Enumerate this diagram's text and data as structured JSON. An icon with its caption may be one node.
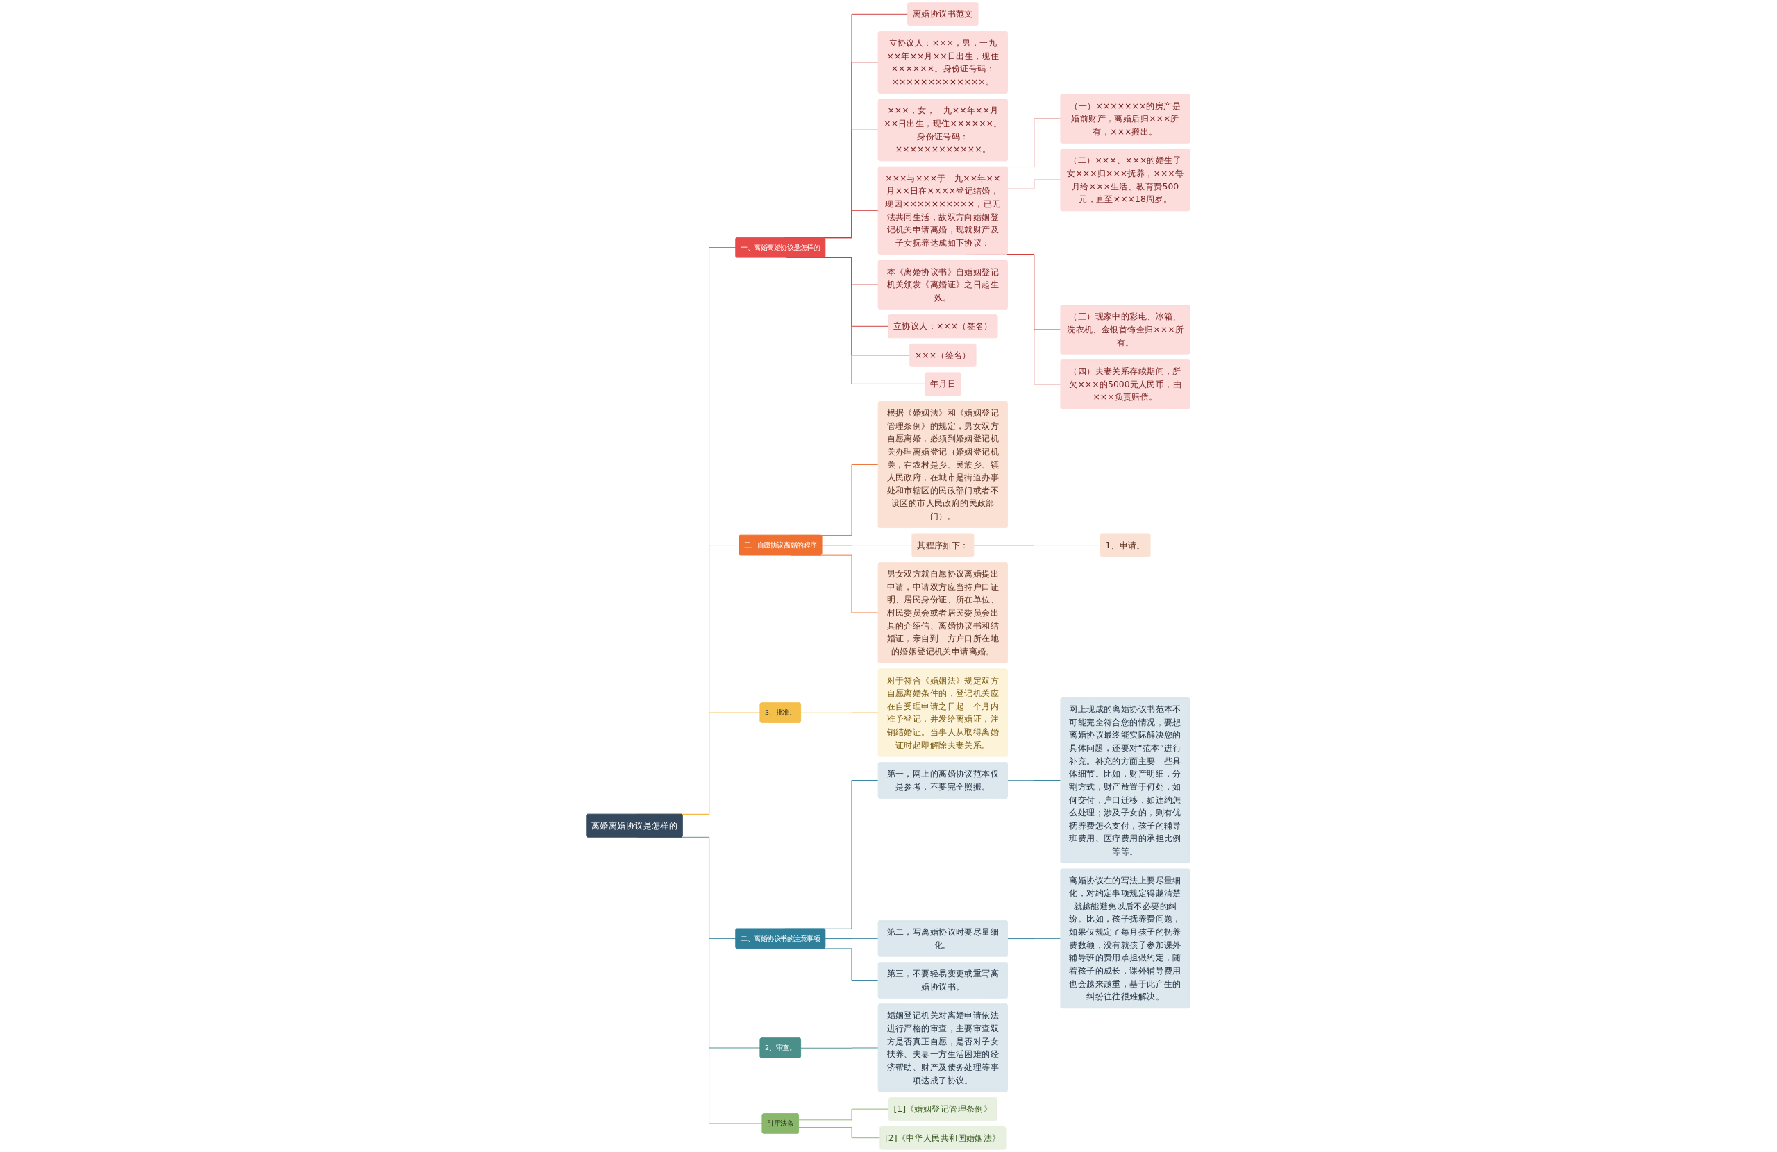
{
  "diagram": {
    "nodes": [
      {
        "text": [
          "离婚离婚协议是怎样的"
        ]
      },
      {
        "text": [
          "一、离婚离婚协议是怎样的"
        ]
      },
      {
        "text": [
          "离婚协议书范文"
        ]
      },
      {
        "text": [
          "立协议人：×××，男，一九××年××月××日出生，现住××××××。身份证号码：×××××××××××××。"
        ]
      },
      {
        "text": [
          "×××，女，一九××年××月××日出生，现住××××××。身份证号码：××××××××××××。"
        ]
      },
      {
        "text": [
          "×××与×××于一九××年××月××日在××××登记结婚，现因××××××××××，已无法共同生活，故双方向婚姻登记机关申请离婚，现就财产及子女抚养达成如下协议："
        ]
      },
      {
        "text": [
          "（一）×××××××的房产是婚前财产，离婚后归×××所有，×××搬出。"
        ]
      },
      {
        "text": [
          "（二）×××、×××的婚生子女×××归×××抚养，×××每月给×××生活、教育费500元，直至×××18周岁。"
        ]
      },
      {
        "text": [
          "（三）现家中的彩电、冰箱、洗衣机、金银首饰全归×××所有。"
        ]
      },
      {
        "text": [
          "（四）夫妻关系存续期间，所欠×××的5000元人民币，由×××负责赔偿。"
        ]
      },
      {
        "text": [
          "本《离婚协议书》自婚姻登记机关颁发《离婚证》之日起生效。"
        ]
      },
      {
        "text": [
          "立协议人：×××（签名）"
        ]
      },
      {
        "text": [
          "×××（签名）"
        ]
      },
      {
        "text": [
          "年月日"
        ]
      },
      {
        "text": [
          "三、自愿协议离婚的程序"
        ]
      },
      {
        "text": [
          "根据《婚姻法》和《婚姻登记管理条例》的规定，男女双方自愿离婚，必须到婚姻登记机关办理离婚登记（婚姻登记机关，在农村是乡、民族乡、镇人民政府，在城市是街道办事处和市辖区的民政部门或者不设区的市人民政府的民政部门）。"
        ]
      },
      {
        "text": [
          "其程序如下："
        ]
      },
      {
        "text": [
          "1、申请。"
        ]
      },
      {
        "text": [
          "男女双方就自愿协议离婚提出申请，申请双方应当持户口证明、居民身份证、所在单位、村民委员会或者居民委员会出具的介绍信、离婚协议书和结婚证，亲自到一方户口所在地的婚姻登记机关申请离婚。"
        ]
      },
      {
        "text": [
          "3、批准。"
        ]
      },
      {
        "text": [
          "对于符合《婚姻法》规定双方自愿离婚条件的，登记机关应在自受理申请之日起一个月内准予登记，并发给离婚证，注销结婚证。当事人从取得离婚证时起即解除夫妻关系。"
        ]
      },
      {
        "text": [
          "二、离婚协议书的注意事项"
        ]
      },
      {
        "text": [
          "第一，网上的离婚协议范本仅是参考，不要完全照搬。"
        ]
      },
      {
        "text": [
          "网上现成的离婚协议书范本不可能完全符合您的情况，要想离婚协议最终能实际解决您的具体问题，还要对“范本”进行补充。补充的方面主要一些具体细节。比如，财产明细，分割方式，财产放置于何处，如何交付，户口迁移，如违约怎么处理；涉及子女的，则有优抚养费怎么支付，孩子的辅导班费用、医疗费用的承担比例等等。"
        ]
      },
      {
        "text": [
          "第二，写离婚协议时要尽量细化。"
        ]
      },
      {
        "text": [
          "离婚协议在的写法上要尽量细化，对约定事项规定得越清楚就越能避免以后不必要的纠纷。比如，孩子抚养费问题，如果仅规定了每月孩子的抚养费数额，没有就孩子参加课外辅导班的费用承担做约定，随着孩子的成长，课外辅导费用也会越来越重，基于此产生的纠纷往往很难解决。"
        ]
      },
      {
        "text": [
          "第三，不要轻易变更或重写离婚协议书。"
        ]
      },
      {
        "text": [
          "2、审查。"
        ]
      },
      {
        "text": [
          "婚姻登记机关对离婚申请依法进行严格的审查，主要审查双方是否真正自愿，是否对子女扶养、夫妻一方生活困难的经济帮助、财产及债务处理等事项达成了协议。"
        ]
      },
      {
        "text": [
          "引用法条"
        ]
      },
      {
        "text": [
          "[1]《婚姻登记管理条例》"
        ]
      },
      {
        "text": [
          "[2]《中华人民共和国婚姻法》"
        ]
      }
    ],
    "edges": [
      {
        "from": 0,
        "to": 1,
        "arrow": "none"
      },
      {
        "from": 1,
        "to": 2,
        "arrow": "none"
      },
      {
        "from": 1,
        "to": 3,
        "arrow": "none"
      },
      {
        "from": 1,
        "to": 4,
        "arrow": "none"
      },
      {
        "from": 1,
        "to": 5,
        "arrow": "none"
      },
      {
        "from": 5,
        "to": 6,
        "arrow": "none"
      },
      {
        "from": 5,
        "to": 7,
        "arrow": "none"
      },
      {
        "from": 5,
        "to": 8,
        "arrow": "none"
      },
      {
        "from": 5,
        "to": 9,
        "arrow": "none"
      },
      {
        "from": 1,
        "to": 10,
        "arrow": "none"
      },
      {
        "from": 1,
        "to": 11,
        "arrow": "none"
      },
      {
        "from": 1,
        "to": 12,
        "arrow": "none"
      },
      {
        "from": 1,
        "to": 13,
        "arrow": "none"
      },
      {
        "from": 0,
        "to": 14,
        "arrow": "none",
        "color": "#f07030"
      },
      {
        "from": 14,
        "to": 15,
        "arrow": "none",
        "color": "#f07030"
      },
      {
        "from": 14,
        "to": 16,
        "arrow": "none",
        "color": "#f07030"
      },
      {
        "from": 16,
        "to": 17,
        "arrow": "none",
        "color": "#f07030"
      },
      {
        "from": 14,
        "to": 18,
        "arrow": "none",
        "color": "#f07030"
      },
      {
        "from": 0,
        "to": 19,
        "arrow": "none",
        "color": "#f5c04a"
      },
      {
        "from": 19,
        "to": 20,
        "arrow": "none",
        "color": "#f5c04a"
      },
      {
        "from": 0,
        "to": 21,
        "arrow": "none",
        "color": "#2f7f9a"
      },
      {
        "from": 21,
        "to": 22,
        "arrow": "none",
        "color": "#2f7f9a"
      },
      {
        "from": 22,
        "to": 23,
        "arrow": "none",
        "color": "#2f7f9a"
      },
      {
        "from": 21,
        "to": 24,
        "arrow": "none",
        "color": "#2f7f9a"
      },
      {
        "from": 24,
        "to": 25,
        "arrow": "none",
        "color": "#2f7f9a"
      },
      {
        "from": 21,
        "to": 26,
        "arrow": "none",
        "color": "#2f7f9a"
      },
      {
        "from": 0,
        "to": 27,
        "arrow": "none",
        "color": "#4a8f8a"
      },
      {
        "from": 27,
        "to": 28,
        "arrow": "none",
        "color": "#4a8f8a"
      },
      {
        "from": 0,
        "to": 29,
        "arrow": "none",
        "color": "#8ab86a"
      },
      {
        "from": 29,
        "to": 30,
        "arrow": "none",
        "color": "#8ab86a"
      },
      {
        "from": 29,
        "to": 31,
        "arrow": "none",
        "color": "#8ab86a"
      }
    ]
  }
}
